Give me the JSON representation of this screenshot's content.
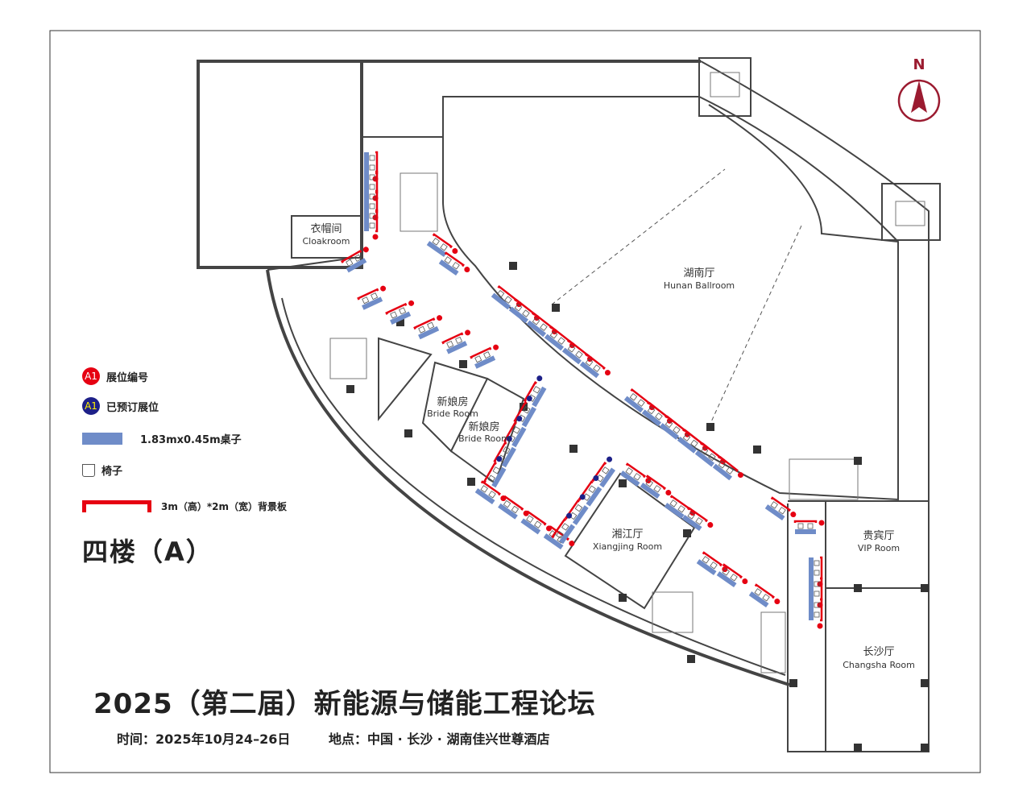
{
  "compass": {
    "label": "N",
    "color": "#9b1b30"
  },
  "rooms": {
    "cloakroom": {
      "cn": "衣帽间",
      "en": "Cloakroom"
    },
    "hunan": {
      "cn": "湖南厅",
      "en": "Hunan Ballroom"
    },
    "bride1": {
      "cn": "新娘房",
      "en": "Bride Room"
    },
    "bride2": {
      "cn": "新娘房",
      "en": "Bride Room"
    },
    "xiangjiang": {
      "cn": "湘江厅",
      "en": "Xiangjing Room"
    },
    "vip": {
      "cn": "贵宾厅",
      "en": "VIP Room"
    },
    "changsha": {
      "cn": "长沙厅",
      "en": "Changsha Room"
    }
  },
  "legend": {
    "booth_number": {
      "badge": "A1",
      "label": "展位编号",
      "color": "#e60012"
    },
    "reserved": {
      "badge": "A1",
      "label": "已预订展位",
      "color": "#1d2088",
      "text_color": "#fff100"
    },
    "table": {
      "label": "1.83mx0.45m桌子",
      "color": "#6f8cc8"
    },
    "chair": {
      "label": "椅子"
    },
    "backboard": {
      "label": "3m（高）*2m（宽）背景板",
      "color": "#e60012"
    }
  },
  "floor_label": "四楼（A）",
  "title": "2025（第二届）新能源与储能工程论坛",
  "time": "时间：2025年10月24–26日",
  "location": "地点：中国 · 长沙 · 湖南佳兴世尊酒店"
}
